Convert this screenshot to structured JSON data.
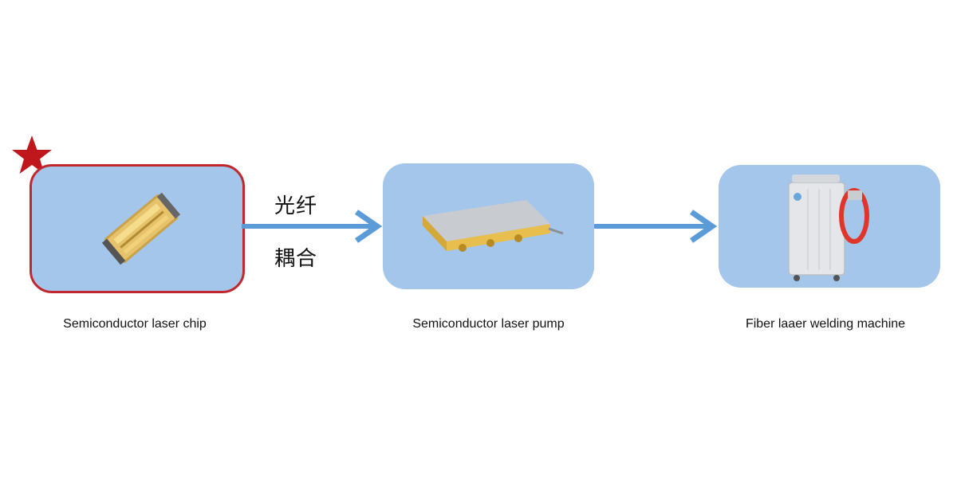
{
  "stages": [
    {
      "caption": "Semiconductor laser chip",
      "product_icon": "laser-chip-icon",
      "highlighted": true
    },
    {
      "caption": "Semiconductor laser pump",
      "product_icon": "laser-pump-module-icon",
      "highlighted": false
    },
    {
      "caption": "Fiber laaer welding machine",
      "product_icon": "welding-machine-icon",
      "highlighted": false
    }
  ],
  "connector_label": {
    "line1": "光纤",
    "line2": "耦合"
  },
  "colors": {
    "box_fill": "#a4c6ea",
    "box_border_highlight": "#c0282d",
    "arrow": "#5b9bd8",
    "star": "#c0171d"
  },
  "marker_icon": "star-icon"
}
